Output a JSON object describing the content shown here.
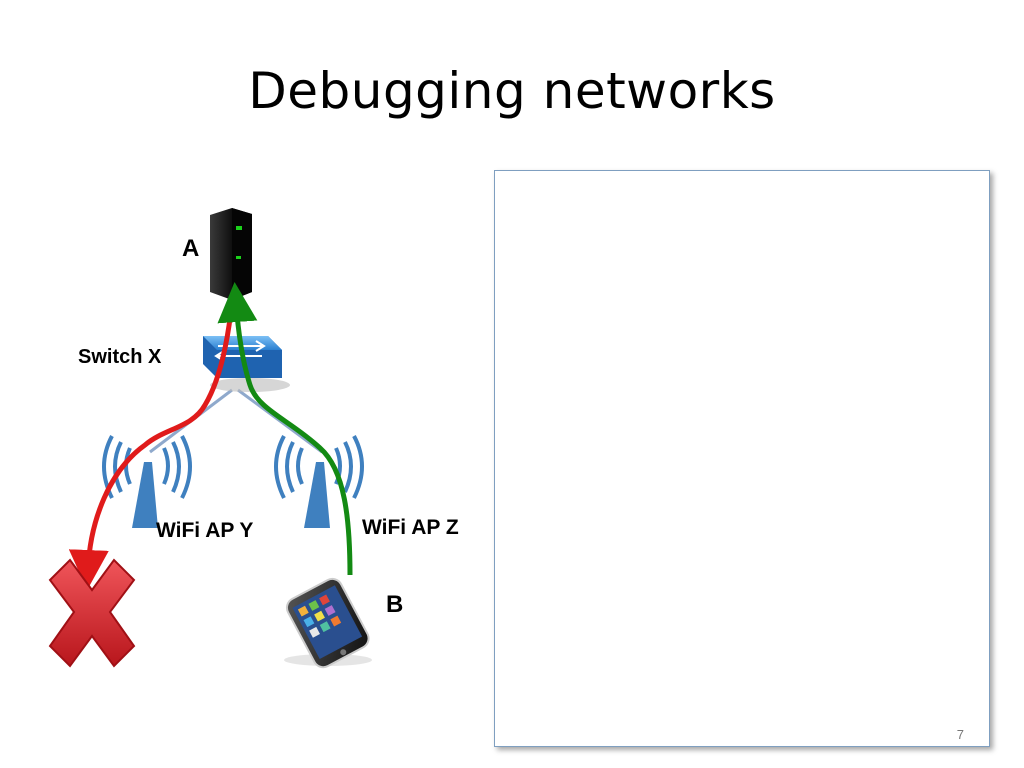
{
  "slide": {
    "title": "Debugging networks",
    "page_number": "7"
  },
  "diagram": {
    "labels": {
      "server": "A",
      "switch": "Switch X",
      "ap_y": "WiFi AP Y",
      "ap_z": "WiFi AP Z",
      "phone": "B"
    },
    "icons": [
      "server-icon",
      "switch-icon",
      "wifi-ap-icon",
      "wifi-ap-icon",
      "smartphone-icon",
      "failure-x-icon"
    ],
    "colors": {
      "failed_path": "#e01b1b",
      "working_path": "#138a13",
      "link_line": "#8fa9cc",
      "switch_blue": "#2a7fd0",
      "ap_blue": "#3f80bf",
      "x_red": "#d8262c"
    }
  }
}
